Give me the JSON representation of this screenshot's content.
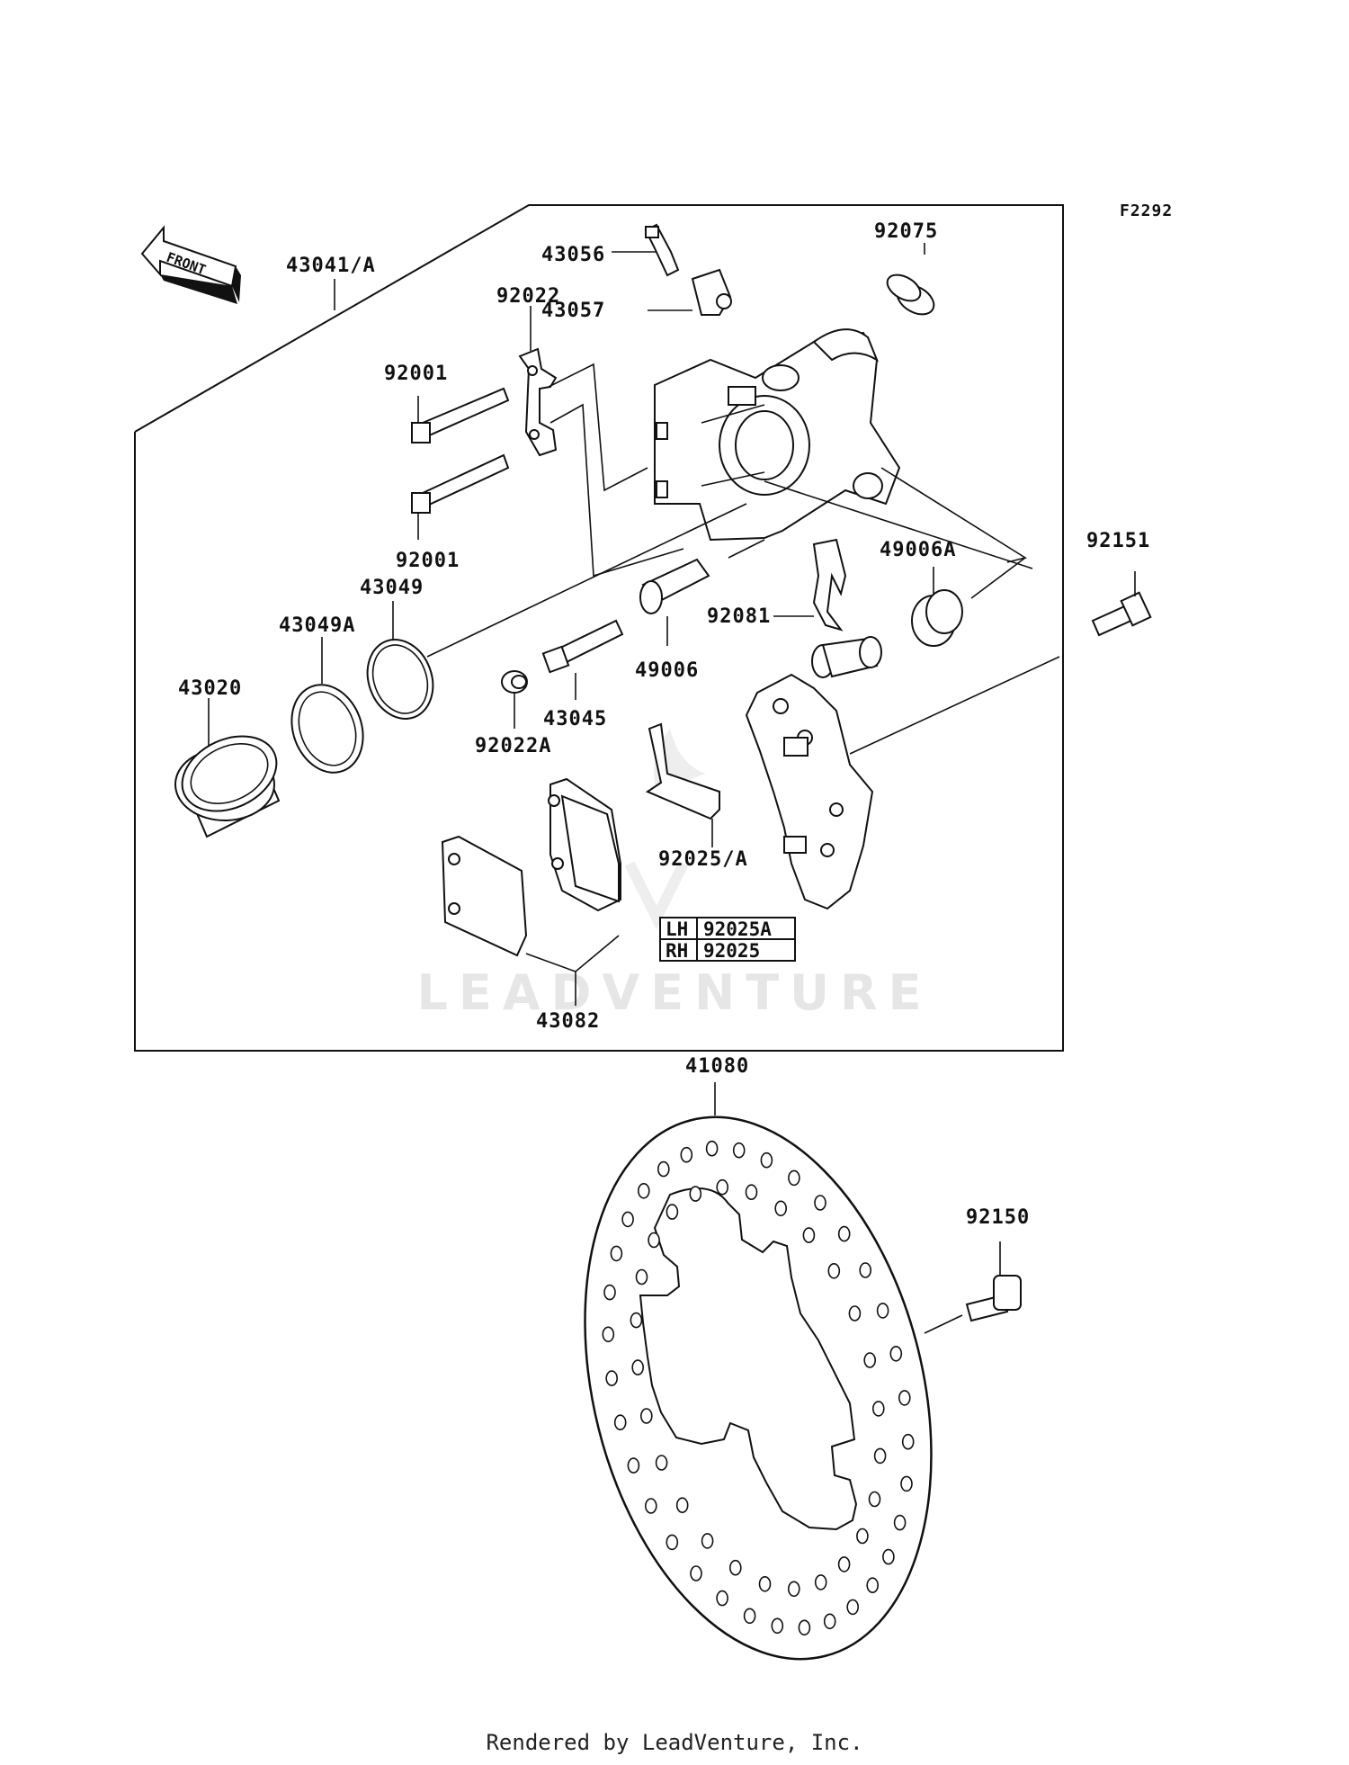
{
  "figure_code": "F2292",
  "front_label": "FRONT",
  "parts": {
    "caliper_assy": "43041/A",
    "bleeder_valve": "43056",
    "bleeder_cap": "43057",
    "boot_92075": "92075",
    "plate_92022": "92022",
    "bolt_upper": "92001",
    "bolt_lower": "92001",
    "seal_43049": "43049",
    "seal_43049a": "43049A",
    "piston": "43020",
    "pin_43045": "43045",
    "ring_92022a": "92022A",
    "pin_49006": "49006",
    "spring_92081": "92081",
    "boot_49006a": "49006A",
    "bolt_92151": "92151",
    "spring_92025": "92025/A",
    "pads": "43082",
    "disc": "41080",
    "bolt_92150": "92150"
  },
  "side_table": [
    {
      "side": "LH",
      "part": "92025A"
    },
    {
      "side": "RH",
      "part": "92025"
    }
  ],
  "watermark": "LEADVENTURE",
  "footer": "Rendered by LeadVenture, Inc."
}
